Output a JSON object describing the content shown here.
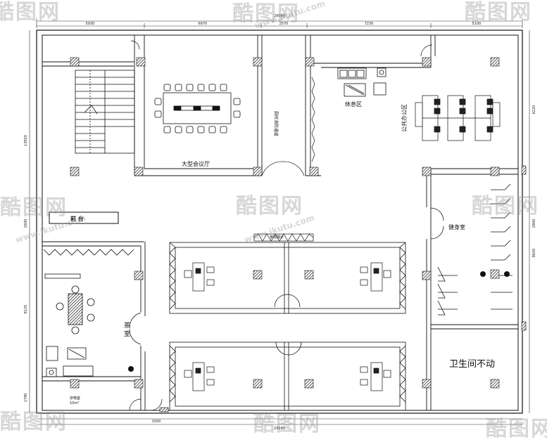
{
  "rooms": {
    "conference": "大型会议厅",
    "fire_passage": "厕所消防通道",
    "rest_area": "休息区",
    "public_office": "公共办公区",
    "front_desk": "前  台",
    "gym": "健身室",
    "tea_room": "茶\n室",
    "toilet_note": "卫生间不动",
    "corridor_note": "景观展示",
    "storage": "杂物室",
    "storage_area": "10m²"
  },
  "dimensions": {
    "top_total": "29040",
    "top_segments": [
      "5930",
      "6970",
      "2570",
      "7230",
      "5100"
    ],
    "bottom_total": "29040",
    "bottom_segments": [
      "1500"
    ],
    "left_segments": [
      "13920",
      "2600",
      "8120",
      "1790"
    ],
    "right_segments": [
      "6220",
      "2800",
      "9020"
    ]
  },
  "watermark": {
    "brand": "酷图网",
    "url": "www.ikutu.com"
  }
}
